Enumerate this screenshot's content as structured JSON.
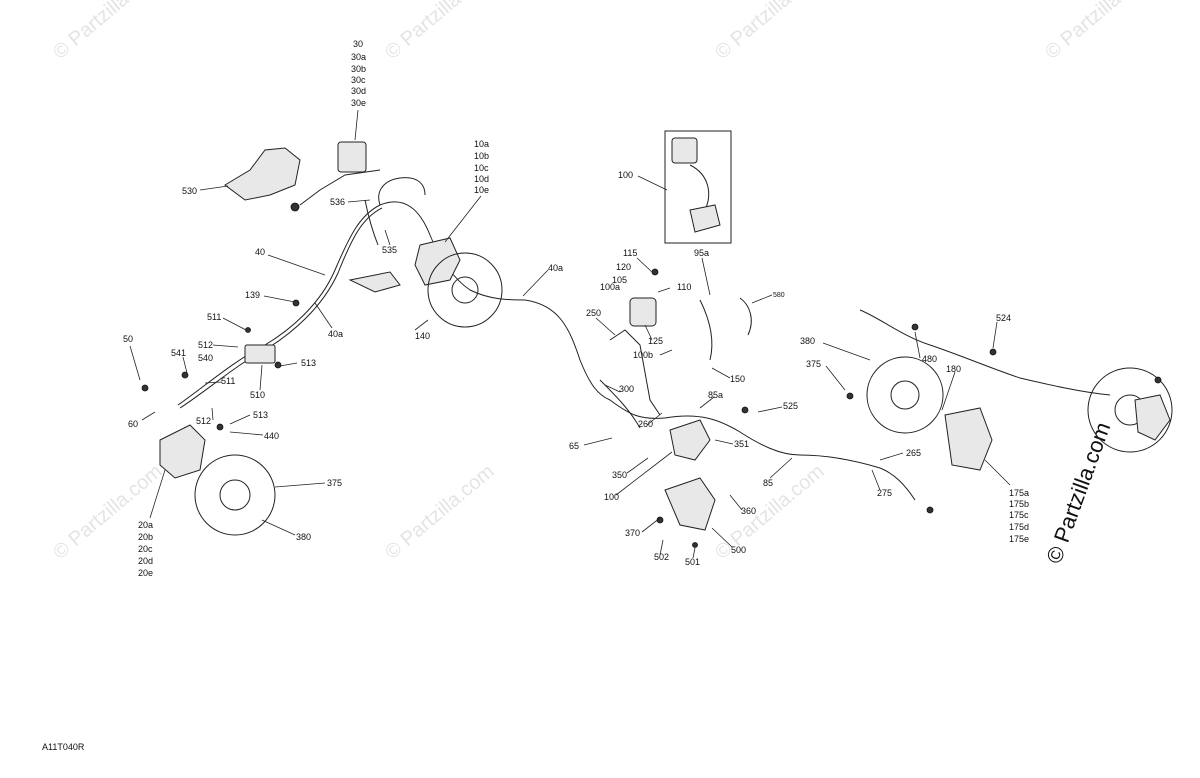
{
  "watermark": {
    "text": "© Partzilla.com",
    "side_text": "© Partzilla.com"
  },
  "diagram_code": "A11T040R",
  "callouts": [
    {
      "id": "c30",
      "text": "30"
    },
    {
      "id": "c30a",
      "text": "30a"
    },
    {
      "id": "c30b",
      "text": "30b"
    },
    {
      "id": "c30c",
      "text": "30c"
    },
    {
      "id": "c30d",
      "text": "30d"
    },
    {
      "id": "c30e",
      "text": "30e"
    },
    {
      "id": "c530",
      "text": "530"
    },
    {
      "id": "c536",
      "text": "536"
    },
    {
      "id": "c10a",
      "text": "10a"
    },
    {
      "id": "c10b",
      "text": "10b"
    },
    {
      "id": "c10c",
      "text": "10c"
    },
    {
      "id": "c10d",
      "text": "10d"
    },
    {
      "id": "c10e",
      "text": "10e"
    },
    {
      "id": "c100top",
      "text": "100"
    },
    {
      "id": "c95a",
      "text": "95a"
    },
    {
      "id": "c580",
      "text": "580"
    },
    {
      "id": "c40",
      "text": "40"
    },
    {
      "id": "c535",
      "text": "535"
    },
    {
      "id": "c40a_mid",
      "text": "40a"
    },
    {
      "id": "c115",
      "text": "115"
    },
    {
      "id": "c120",
      "text": "120"
    },
    {
      "id": "c105",
      "text": "105"
    },
    {
      "id": "c110",
      "text": "110"
    },
    {
      "id": "c100a",
      "text": "100a"
    },
    {
      "id": "c139",
      "text": "139"
    },
    {
      "id": "c40a_left",
      "text": "40a"
    },
    {
      "id": "c511a",
      "text": "511"
    },
    {
      "id": "c140",
      "text": "140"
    },
    {
      "id": "c250",
      "text": "250"
    },
    {
      "id": "c125",
      "text": "125"
    },
    {
      "id": "c100b",
      "text": "100b"
    },
    {
      "id": "c150",
      "text": "150"
    },
    {
      "id": "c50",
      "text": "50"
    },
    {
      "id": "c512a",
      "text": "512"
    },
    {
      "id": "c541",
      "text": "541"
    },
    {
      "id": "c540",
      "text": "540"
    },
    {
      "id": "c513a",
      "text": "513"
    },
    {
      "id": "c511b",
      "text": "511"
    },
    {
      "id": "c510",
      "text": "510"
    },
    {
      "id": "c512b",
      "text": "512"
    },
    {
      "id": "c513b",
      "text": "513"
    },
    {
      "id": "c60",
      "text": "60"
    },
    {
      "id": "c440",
      "text": "440"
    },
    {
      "id": "c300",
      "text": "300"
    },
    {
      "id": "c85a",
      "text": "85a"
    },
    {
      "id": "c525",
      "text": "525"
    },
    {
      "id": "c260",
      "text": "260"
    },
    {
      "id": "c351",
      "text": "351"
    },
    {
      "id": "c65",
      "text": "65"
    },
    {
      "id": "c350",
      "text": "350"
    },
    {
      "id": "c100bot",
      "text": "100"
    },
    {
      "id": "c85",
      "text": "85"
    },
    {
      "id": "c265",
      "text": "265"
    },
    {
      "id": "c275",
      "text": "275"
    },
    {
      "id": "c360",
      "text": "360"
    },
    {
      "id": "c370",
      "text": "370"
    },
    {
      "id": "c500",
      "text": "500"
    },
    {
      "id": "c502",
      "text": "502"
    },
    {
      "id": "c501",
      "text": "501"
    },
    {
      "id": "c375a",
      "text": "375"
    },
    {
      "id": "c380a",
      "text": "380"
    },
    {
      "id": "c20a",
      "text": "20a"
    },
    {
      "id": "c20b",
      "text": "20b"
    },
    {
      "id": "c20c",
      "text": "20c"
    },
    {
      "id": "c20d",
      "text": "20d"
    },
    {
      "id": "c20e",
      "text": "20e"
    },
    {
      "id": "c380b",
      "text": "380"
    },
    {
      "id": "c375b",
      "text": "375"
    },
    {
      "id": "c480",
      "text": "480"
    },
    {
      "id": "c524",
      "text": "524"
    },
    {
      "id": "c180",
      "text": "180"
    },
    {
      "id": "c175a",
      "text": "175a"
    },
    {
      "id": "c175b",
      "text": "175b"
    },
    {
      "id": "c175c",
      "text": "175c"
    },
    {
      "id": "c175d",
      "text": "175d"
    },
    {
      "id": "c175e",
      "text": "175e"
    }
  ]
}
